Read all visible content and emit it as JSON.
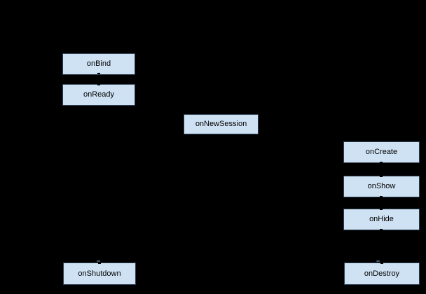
{
  "diagram": {
    "type": "lifecycle-flow-diagram",
    "background_color": "#000000",
    "node_style": {
      "fill": "#cfe2f3",
      "border": "#2e3f52",
      "text_color": "#000000"
    },
    "nodes": [
      {
        "id": "onBind",
        "label": "onBind"
      },
      {
        "id": "onReady",
        "label": "onReady"
      },
      {
        "id": "onNewSession",
        "label": "onNewSession"
      },
      {
        "id": "onCreate",
        "label": "onCreate"
      },
      {
        "id": "onShow",
        "label": "onShow"
      },
      {
        "id": "onHide",
        "label": "onHide"
      },
      {
        "id": "onShutdown",
        "label": "onShutdown"
      },
      {
        "id": "onDestroy",
        "label": "onDestroy"
      }
    ]
  }
}
